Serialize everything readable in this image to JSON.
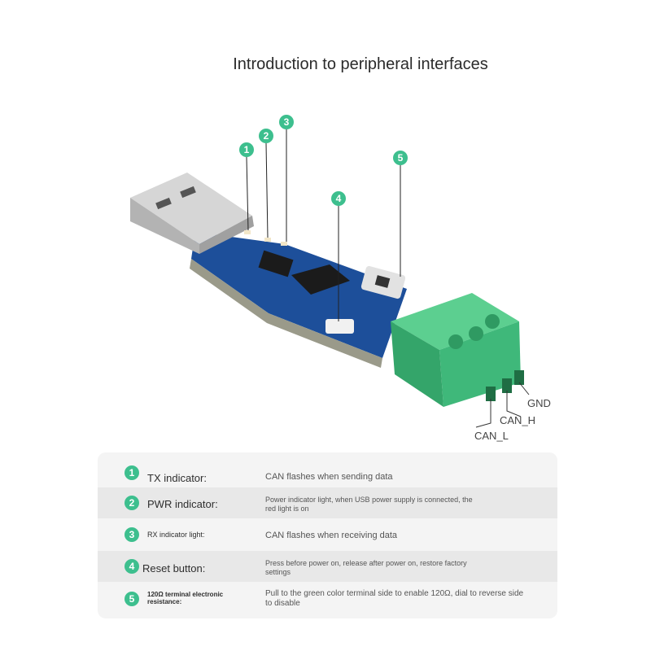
{
  "title": "Introduction to peripheral interfaces",
  "callouts": [
    "1",
    "2",
    "3",
    "4",
    "5"
  ],
  "terminal_labels": {
    "gnd": "GND",
    "can_h": "CAN_H",
    "can_l": "CAN_L"
  },
  "colors": {
    "accent": "#3dbf8e",
    "pcb": "#1d4f9a",
    "terminal": "#3fb87a"
  },
  "interfaces": [
    {
      "num": "1",
      "label": "TX indicator:",
      "desc": "CAN flashes when sending data"
    },
    {
      "num": "2",
      "label": "PWR indicator:",
      "desc": "Power indicator light, when USB power supply is connected, the red light is on"
    },
    {
      "num": "3",
      "label": "RX indicator light:",
      "desc": "CAN flashes when receiving data"
    },
    {
      "num": "4",
      "label": "Reset button:",
      "desc": "Press before power on, release after power on, restore factory settings"
    },
    {
      "num": "5",
      "label": "120Ω terminal electronic resistance:",
      "desc": "Pull to the green color terminal side to enable 120Ω, dial to reverse side to disable"
    }
  ]
}
